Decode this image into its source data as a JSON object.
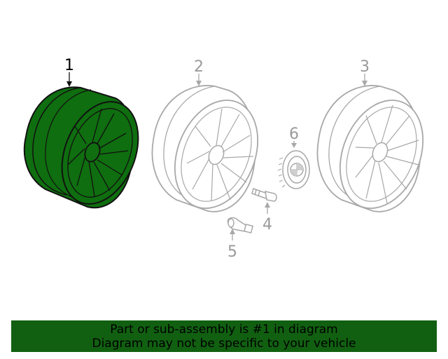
{
  "colors": {
    "highlight_fill": "#0f6e0f",
    "outline_dark": "#111111",
    "outline_gray": "#a8a8a8",
    "label_gray": "#9a9a9a",
    "label_dark": "#000000",
    "banner_bg": "#116011",
    "banner_text": "#000000"
  },
  "callouts": {
    "c1": "1",
    "c2": "2",
    "c3": "3",
    "c4": "4",
    "c5": "5",
    "c6": "6"
  },
  "banner": {
    "line1": "Part or sub-assembly is #1 in diagram",
    "line2": "Diagram may not be specific to your vehicle"
  }
}
